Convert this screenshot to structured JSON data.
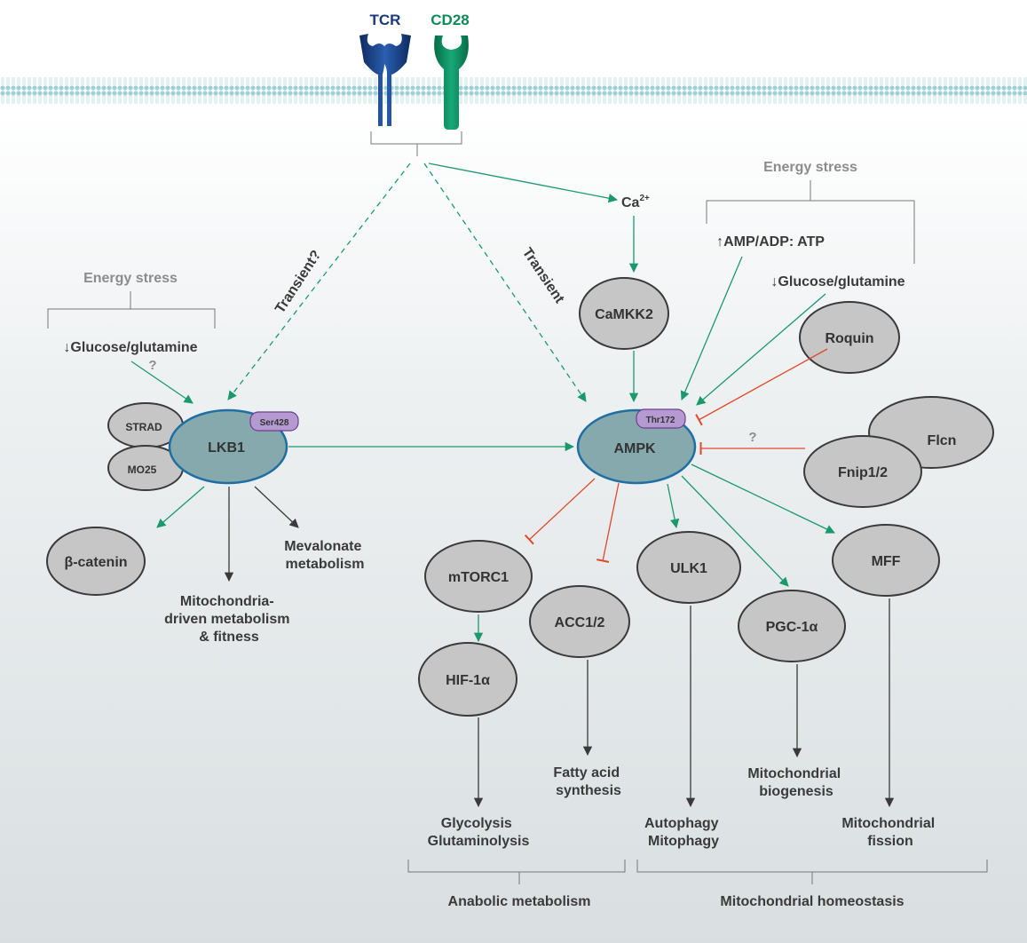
{
  "receptors": {
    "tcr": "TCR",
    "cd28": "CD28"
  },
  "colors": {
    "green": "#1a9a6a",
    "red": "#e0492a",
    "dark": "#3a3a3a",
    "grey_text": "#8c8c8c",
    "node_grey": "#c6c6c6",
    "node_teal": "#85a9ad",
    "phospho": "#b49ad0",
    "tcr_blue": "#1b3a7a",
    "cd28_green": "#0f8a5c"
  },
  "stress_left": {
    "title": "Energy stress",
    "item": "↓Glucose/glutamine",
    "question": "?"
  },
  "stress_right": {
    "title": "Energy stress",
    "item1": "↑AMP/ADP: ATP",
    "item2": "↓Glucose/glutamine"
  },
  "edges": {
    "transient_q": "Transient?",
    "transient": "Transient",
    "fnip_question": "?"
  },
  "ca": {
    "base": "Ca",
    "sup": "2+"
  },
  "nodes": {
    "strad": "STRAD",
    "mo25": "MO25",
    "lkb1": "LKB1",
    "ser428": "Ser428",
    "camkk2": "CaMKK2",
    "ampk": "AMPK",
    "thr172": "Thr172",
    "roquin": "Roquin",
    "flcn": "Flcn",
    "fnip": "Fnip1/2",
    "bcatenin": "β-catenin",
    "mtorc1": "mTORC1",
    "hif1a": "HIF-1α",
    "acc": "ACC1/2",
    "ulk1": "ULK1",
    "pgc1a": "PGC-1α",
    "mff": "MFF"
  },
  "outcomes": {
    "mevalonate": [
      "Mevalonate",
      "metabolism"
    ],
    "mito_fitness": [
      "Mitochondria-",
      "driven metabolism",
      "& fitness"
    ],
    "fatty_acid": [
      "Fatty acid",
      "synthesis"
    ],
    "mito_biogenesis": [
      "Mitochondrial",
      "biogenesis"
    ],
    "glycolysis": [
      "Glycolysis",
      "Glutaminolysis"
    ],
    "autophagy": [
      "Autophagy",
      "Mitophagy"
    ],
    "mito_fission": [
      "Mitochondrial",
      "fission"
    ]
  },
  "groups": {
    "anabolic": "Anabolic metabolism",
    "homeostasis": "Mitochondrial homeostasis"
  }
}
